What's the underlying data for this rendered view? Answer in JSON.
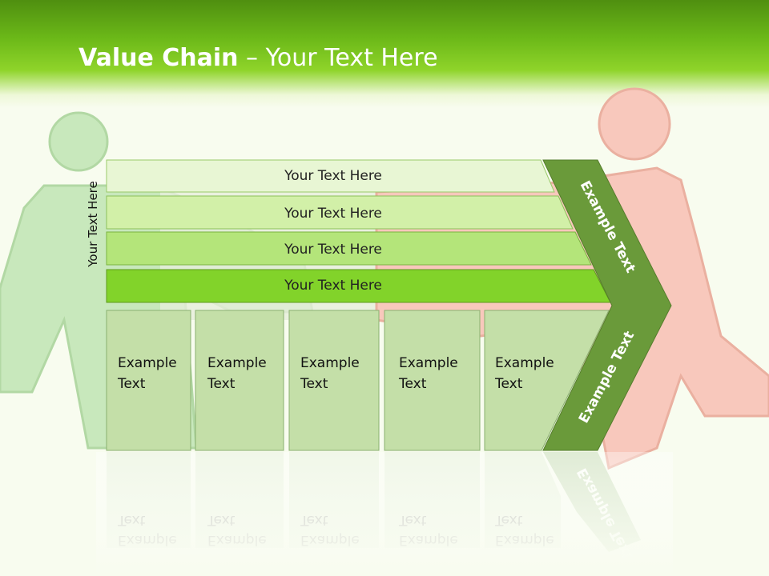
{
  "title": {
    "bold": "Value Chain",
    "rest": " – Your Text Here"
  },
  "side_label": "Your Text Here",
  "bands": [
    "Your Text Here",
    "Your Text Here",
    "Your Text Here",
    "Your Text Here"
  ],
  "boxes": [
    {
      "line1": "Example",
      "line2": "Text"
    },
    {
      "line1": "Example",
      "line2": "Text"
    },
    {
      "line1": "Example",
      "line2": "Text"
    },
    {
      "line1": "Example",
      "line2": "Text"
    },
    {
      "line1": "Example",
      "line2": "Text"
    }
  ],
  "chevron": {
    "upper": "Example Text",
    "lower": "Example Text"
  },
  "colors": {
    "header_dark": "#4f8f10",
    "header_light": "#8fd42a",
    "band1": "#e8f6d4",
    "band2": "#d2f0a8",
    "band3": "#b4e57a",
    "band4": "#82d32a",
    "box_fill": "#c4dfa8",
    "chevron": "#6a9a3a",
    "figure_green": "#c8e8bc",
    "figure_red": "#f8c8bc"
  }
}
